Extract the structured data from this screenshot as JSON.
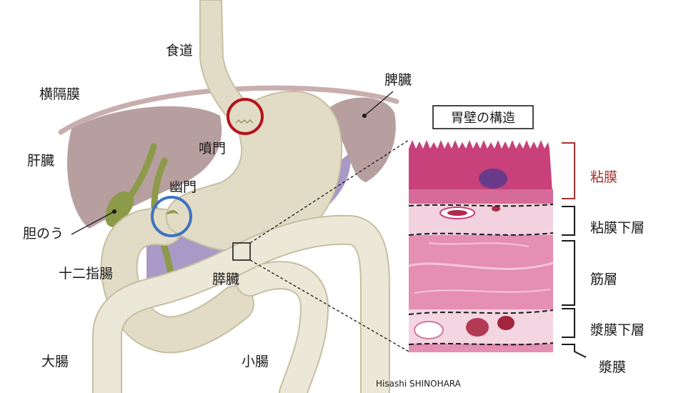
{
  "labels": {
    "esophagus": "食道",
    "diaphragm": "横隔膜",
    "spleen": "脾臓",
    "liver": "肝臓",
    "cardia": "噴門",
    "pylorus": "幽門",
    "gallbladder": "胆のう",
    "duodenum": "十二指腸",
    "pancreas": "膵臓",
    "large_intestine": "大腸",
    "small_intestine": "小腸"
  },
  "inset": {
    "title": "胃壁の構造",
    "layers": {
      "mucosa": "粘膜",
      "submucosa": "粘膜下層",
      "muscularis": "筋層",
      "subserosa": "漿膜下層",
      "serosa": "漿膜"
    }
  },
  "credit": "Hisashi SHINOHARA",
  "colors": {
    "stomach": "#e2dcc6",
    "stomach_outline": "#c6bfa2",
    "liver": "#b79fa0",
    "gallbladder_ducts": "#8c9a4a",
    "pancreas": "#a999c7",
    "cardia_ring": "#b5121b",
    "pylorus_ring": "#3d73c0",
    "mucosa_label": "#a8302f",
    "tissue_pink": "#e58fb3",
    "tissue_mucosa": "#c8417a"
  }
}
